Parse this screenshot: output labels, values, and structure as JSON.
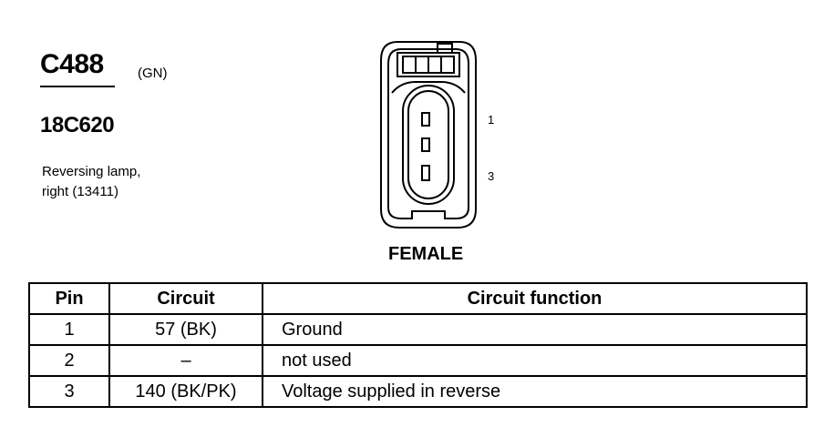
{
  "header": {
    "connector_id": "C488",
    "color_code": "(GN)",
    "part_number": "18C620",
    "description": "Reversing lamp,\nright (13411)"
  },
  "connector_view": {
    "pin_labels": [
      "1",
      "3"
    ],
    "gender": "FEMALE"
  },
  "table": {
    "headers": [
      "Pin",
      "Circuit",
      "Circuit function"
    ],
    "rows": [
      {
        "pin": "1",
        "circuit": "57 (BK)",
        "function": "Ground"
      },
      {
        "pin": "2",
        "circuit": "–",
        "function": "not used"
      },
      {
        "pin": "3",
        "circuit": "140 (BK/PK)",
        "function": "Voltage supplied in reverse"
      }
    ]
  }
}
